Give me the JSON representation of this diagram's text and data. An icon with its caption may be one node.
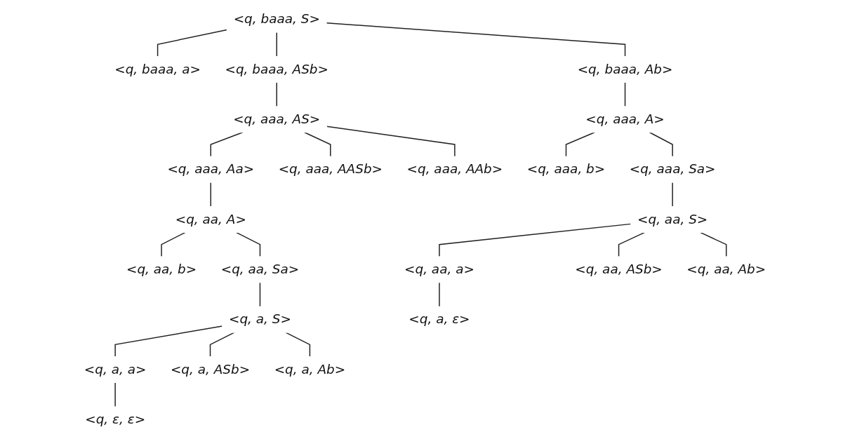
{
  "diagram": {
    "nodes": [
      {
        "text": [
          "<q, baaa, S>"
        ]
      },
      {
        "text": [
          "<q, baaa, a>"
        ]
      },
      {
        "text": [
          "<q, baaa, ASb>"
        ]
      },
      {
        "text": [
          "<q, baaa, Ab>"
        ]
      },
      {
        "text": [
          "<q, aaa, AS>"
        ]
      },
      {
        "text": [
          "<q, aaa, A>"
        ]
      },
      {
        "text": [
          "<q, aaa, Aa>"
        ]
      },
      {
        "text": [
          "<q, aaa, AASb>"
        ]
      },
      {
        "text": [
          "<q, aaa, AAb>"
        ]
      },
      {
        "text": [
          "<q, aaa, b>"
        ]
      },
      {
        "text": [
          "<q, aaa, Sa>"
        ]
      },
      {
        "text": [
          "<q, aa, A>"
        ]
      },
      {
        "text": [
          "<q, aa, S>"
        ]
      },
      {
        "text": [
          "<q, aa, b>"
        ]
      },
      {
        "text": [
          "<q, aa, Sa>"
        ]
      },
      {
        "text": [
          "<q, aa, a>"
        ]
      },
      {
        "text": [
          "<q, aa, ASb>"
        ]
      },
      {
        "text": [
          "<q, aa, Ab>"
        ]
      },
      {
        "text": [
          "<q, a, S>"
        ]
      },
      {
        "text": [
          "<q, a, ε>"
        ]
      },
      {
        "text": [
          "<q, a, a>"
        ]
      },
      {
        "text": [
          "<q, a, ASb>"
        ]
      },
      {
        "text": [
          "<q, a, Ab>"
        ]
      },
      {
        "text": [
          "<q, ε, ε>"
        ]
      }
    ],
    "edges": [
      {
        "from": 0,
        "to": 1,
        "arrow": "none"
      },
      {
        "from": 0,
        "to": 2,
        "arrow": "none"
      },
      {
        "from": 0,
        "to": 3,
        "arrow": "none"
      },
      {
        "from": 2,
        "to": 4,
        "arrow": "none"
      },
      {
        "from": 3,
        "to": 5,
        "arrow": "none"
      },
      {
        "from": 4,
        "to": 6,
        "arrow": "none"
      },
      {
        "from": 4,
        "to": 7,
        "arrow": "none"
      },
      {
        "from": 4,
        "to": 8,
        "arrow": "none"
      },
      {
        "from": 5,
        "to": 9,
        "arrow": "none"
      },
      {
        "from": 5,
        "to": 10,
        "arrow": "none"
      },
      {
        "from": 6,
        "to": 11,
        "arrow": "none"
      },
      {
        "from": 10,
        "to": 12,
        "arrow": "none"
      },
      {
        "from": 11,
        "to": 13,
        "arrow": "none"
      },
      {
        "from": 11,
        "to": 14,
        "arrow": "none"
      },
      {
        "from": 12,
        "to": 15,
        "arrow": "none"
      },
      {
        "from": 12,
        "to": 16,
        "arrow": "none"
      },
      {
        "from": 12,
        "to": 17,
        "arrow": "none"
      },
      {
        "from": 14,
        "to": 18,
        "arrow": "none"
      },
      {
        "from": 15,
        "to": 19,
        "arrow": "none"
      },
      {
        "from": 18,
        "to": 20,
        "arrow": "none"
      },
      {
        "from": 18,
        "to": 21,
        "arrow": "none"
      },
      {
        "from": 18,
        "to": 22,
        "arrow": "none"
      },
      {
        "from": 20,
        "to": 23,
        "arrow": "none"
      }
    ]
  }
}
